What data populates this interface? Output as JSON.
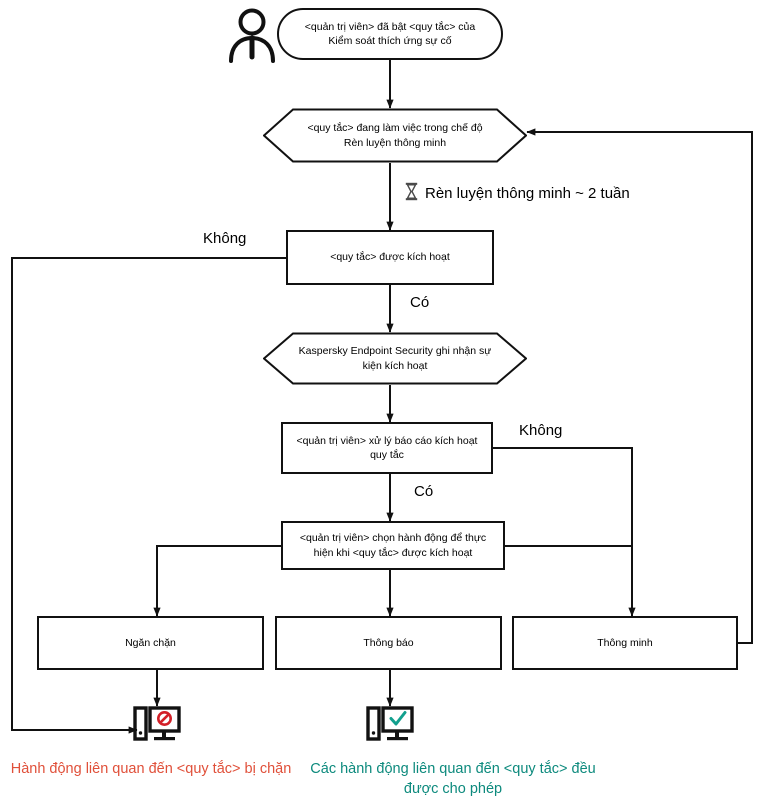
{
  "diagram": {
    "title": "Adaptive Anomaly Control rule workflow",
    "language": "vi",
    "colors": {
      "stroke": "#111111",
      "blocked_text": "#e0503a",
      "allowed_text": "#0d8a7d",
      "blocked_icon": "#d32028",
      "allowed_icon": "#12a08e"
    }
  },
  "actor": {
    "name": "user-actor-icon",
    "label": ""
  },
  "nodes": {
    "start": {
      "shape": "terminator",
      "text": "<quản trị viên> đã bật <quy tắc> của Kiểm soát thích ứng sự cố"
    },
    "training_mode": {
      "shape": "hexagon",
      "text": "<quy tắc> đang làm việc trong chế độ Rèn luyện thông minh"
    },
    "rule_triggered": {
      "shape": "process",
      "text": "<quy tắc> được kích hoạt"
    },
    "kes_logs_event": {
      "shape": "hexagon",
      "text": "Kaspersky Endpoint Security ghi nhận sự kiện kích hoạt"
    },
    "admin_handles_report": {
      "shape": "process",
      "text": "<quản trị viên> xử lý báo cáo kích hoạt quy tắc"
    },
    "admin_selects_action": {
      "shape": "process",
      "text": "<quản trị viên> chọn hành động để thực hiện khi <quy tắc> được kích hoạt"
    },
    "action_block": {
      "shape": "process",
      "text": "Ngăn chặn"
    },
    "action_notify": {
      "shape": "process",
      "text": "Thông báo"
    },
    "action_smart": {
      "shape": "process",
      "text": "Thông minh"
    }
  },
  "edge_labels": {
    "no_from_trigger": "Không",
    "yes_from_trigger": "Có",
    "no_from_report": "Không",
    "yes_from_report": "Có",
    "training_duration": "Rèn luyện thông minh ~ 2 tuần",
    "training_duration_icon": "hourglass-icon"
  },
  "outcomes": {
    "blocked": {
      "icon": "monitor-blocked-icon",
      "caption": "Hành động liên quan đến <quy tắc> bị chặn"
    },
    "allowed": {
      "icon": "monitor-allowed-icon",
      "caption": "Các hành động liên quan đến <quy tắc> đều được cho phép"
    }
  }
}
